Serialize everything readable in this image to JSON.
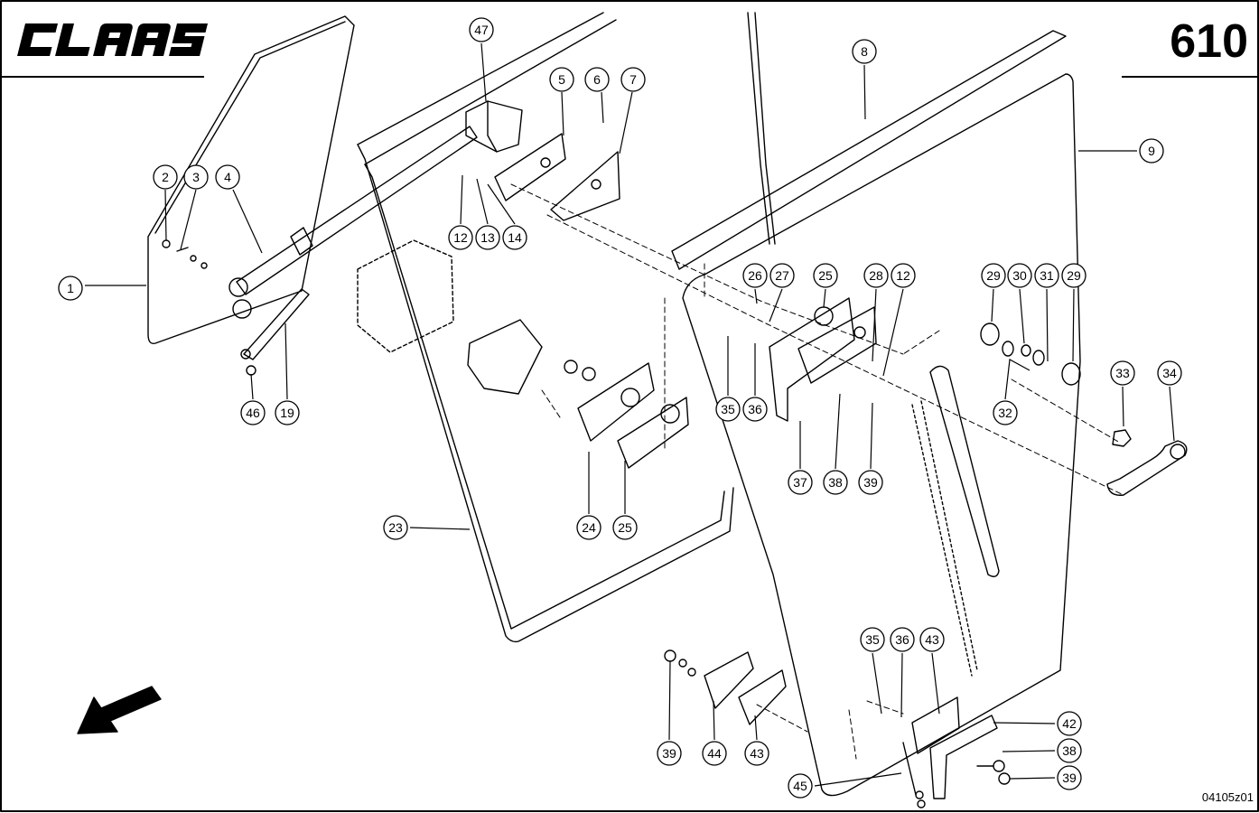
{
  "header": {
    "brand": "CLAAS",
    "page_number": "610"
  },
  "footer": {
    "drawing_id": "04105z01"
  },
  "colors": {
    "ink": "#000000",
    "paper": "#ffffff"
  },
  "icons": {
    "direction": "arrow-down-left-icon"
  },
  "callouts": [
    {
      "n": "1"
    },
    {
      "n": "2"
    },
    {
      "n": "3"
    },
    {
      "n": "4"
    },
    {
      "n": "5"
    },
    {
      "n": "6"
    },
    {
      "n": "7"
    },
    {
      "n": "8"
    },
    {
      "n": "9"
    },
    {
      "n": "12"
    },
    {
      "n": "13"
    },
    {
      "n": "14"
    },
    {
      "n": "12"
    },
    {
      "n": "26"
    },
    {
      "n": "27"
    },
    {
      "n": "25"
    },
    {
      "n": "28"
    },
    {
      "n": "29"
    },
    {
      "n": "30"
    },
    {
      "n": "31"
    },
    {
      "n": "29"
    },
    {
      "n": "33"
    },
    {
      "n": "34"
    },
    {
      "n": "35"
    },
    {
      "n": "36"
    },
    {
      "n": "32"
    },
    {
      "n": "37"
    },
    {
      "n": "38"
    },
    {
      "n": "39"
    },
    {
      "n": "24"
    },
    {
      "n": "25"
    },
    {
      "n": "23"
    },
    {
      "n": "46"
    },
    {
      "n": "19"
    },
    {
      "n": "47"
    },
    {
      "n": "35"
    },
    {
      "n": "36"
    },
    {
      "n": "43"
    },
    {
      "n": "42"
    },
    {
      "n": "38"
    },
    {
      "n": "39"
    },
    {
      "n": "45"
    },
    {
      "n": "39"
    },
    {
      "n": "44"
    },
    {
      "n": "43"
    }
  ]
}
